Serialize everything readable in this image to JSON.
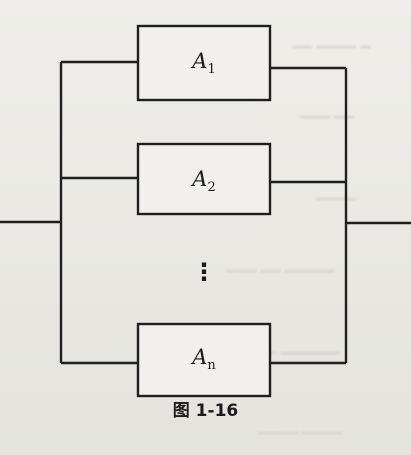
{
  "figure": {
    "blocks": [
      {
        "name": "A",
        "subscript": "1"
      },
      {
        "name": "A",
        "subscript": "2"
      },
      {
        "name": "A",
        "subscript": "n"
      }
    ],
    "ellipsis": "⋮",
    "caption": "图 1-16"
  }
}
